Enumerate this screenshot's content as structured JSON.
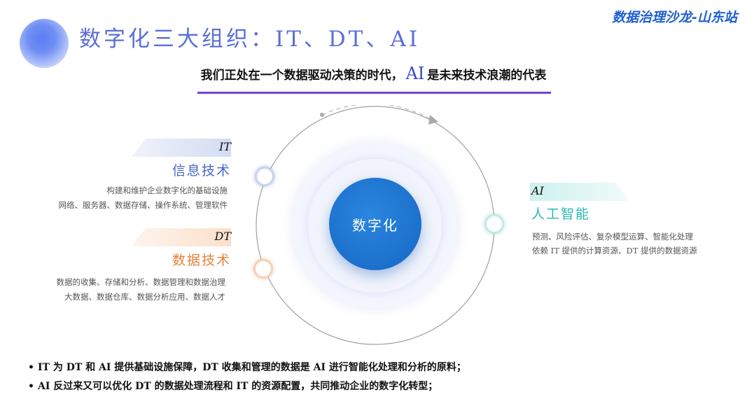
{
  "header": {
    "title": "数字化三大组织：IT、DT、AI",
    "brand": "数据治理沙龙-山东站"
  },
  "subtitle": {
    "before": "我们正处在一个数据驱动决策的时代，",
    "ai": "AI",
    "after": "是未来技术浪潮的代表"
  },
  "center": {
    "label": "数字化"
  },
  "colors": {
    "it": "#4a66c6",
    "dt": "#e3843b",
    "ai": "#2bb8ad",
    "core": "#1567c4"
  },
  "it": {
    "code": "IT",
    "heading": "信息技术",
    "desc": [
      "构建和维护企业数字化的基础设施",
      "网络、服务器、数据存储、操作系统、管理软件"
    ]
  },
  "dt": {
    "code": "DT",
    "heading": "数据技术",
    "desc": [
      "数据的收集、存储和分析、数据管理和数据治理",
      "大数据、数据仓库、数据分析应用、数据人才"
    ]
  },
  "ai": {
    "code": "AI",
    "heading": "人工智能",
    "desc": [
      "预测、风险评估、复杂模型运算、智能化处理",
      "依赖 IT 提供的计算资源、DT 提供的数据资源"
    ]
  },
  "bullets": [
    "IT 为 DT 和 AI 提供基础设施保障，DT 收集和管理的数据是 AI 进行智能化处理和分析的原料；",
    "AI 反过来又可以优化 DT 的数据处理流程和 IT 的资源配置，共同推动企业的数字化转型；"
  ],
  "bullet_symbol": "•"
}
